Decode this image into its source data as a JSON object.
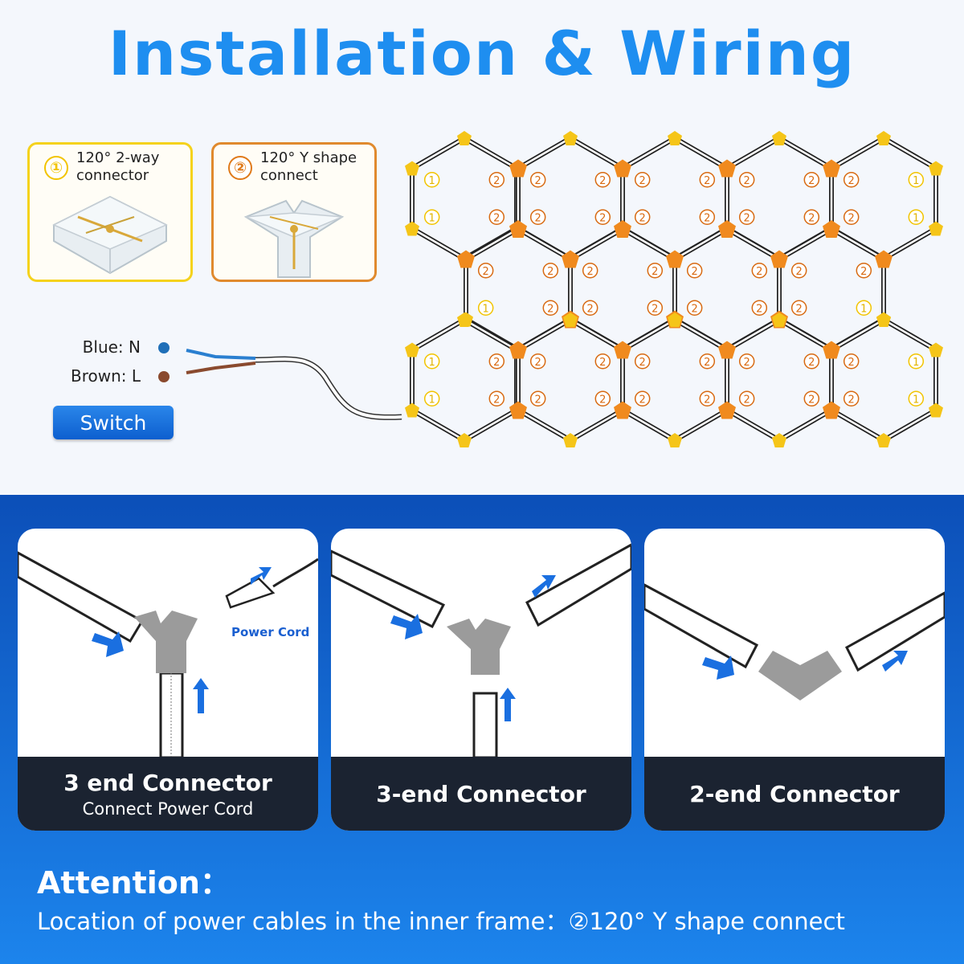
{
  "title": "Installation & Wiring",
  "connectors": [
    {
      "number": "①",
      "label": "120° 2-way connector",
      "line1": "120° 2-way",
      "line2": "connector",
      "color": "#f2c400"
    },
    {
      "number": "②",
      "label": "120° Y shape connect",
      "line1": "120° Y shape",
      "line2": "connect",
      "color": "#e07a1a"
    }
  ],
  "wiring": {
    "blue_label": "Blue: N",
    "brown_label": "Brown: L",
    "blue_color": "#1f6fb8",
    "brown_color": "#8a4a2e",
    "switch_label": "Switch"
  },
  "grid_markers": {
    "type1_symbol": "①",
    "type2_symbol": "②",
    "type1_color": "#f5c518",
    "type2_color": "#f08a1e"
  },
  "panels": [
    {
      "title": "3 end Connector",
      "subtitle": "Connect Power Cord",
      "callout": "Power Cord"
    },
    {
      "title": "3-end Connector"
    },
    {
      "title": "2-end Connector"
    }
  ],
  "attention": {
    "title": "Attention：",
    "text": "Location of power cables in the inner frame：②120° Y shape connect"
  },
  "colors": {
    "title_blue": "#1e8ef0",
    "bottom_blue": "#0c4fb8",
    "connector_gray": "#9b9b9b",
    "arrow_blue": "#1a6fe0"
  }
}
